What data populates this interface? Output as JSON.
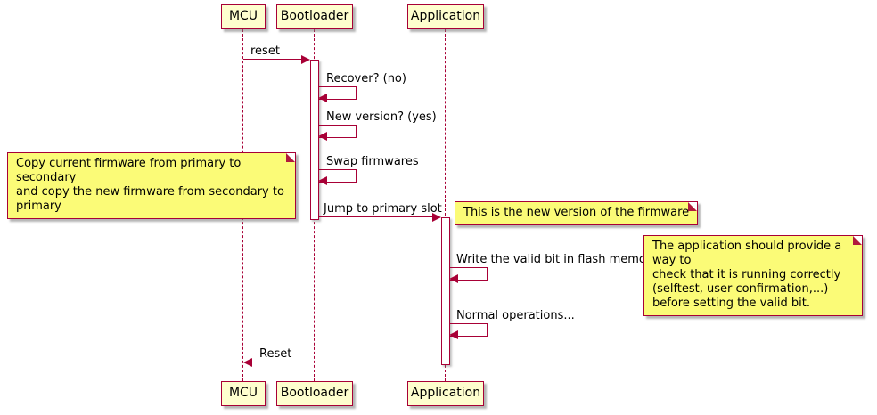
{
  "diagram": {
    "type": "uml-sequence-diagram",
    "colors": {
      "border": "#A80036",
      "participant_fill": "#FEFECE",
      "note_fill": "#FBFB77",
      "background": "#FFFFFF"
    },
    "participants": [
      {
        "name": "MCU"
      },
      {
        "name": "Bootloader"
      },
      {
        "name": "Application"
      }
    ],
    "messages": [
      {
        "from": "MCU",
        "to": "Bootloader",
        "label": "reset"
      },
      {
        "from": "Bootloader",
        "to": "Bootloader",
        "label": "Recover? (no)"
      },
      {
        "from": "Bootloader",
        "to": "Bootloader",
        "label": "New version? (yes)"
      },
      {
        "from": "Bootloader",
        "to": "Bootloader",
        "label": "Swap firmwares"
      },
      {
        "from": "Bootloader",
        "to": "Application",
        "label": "Jump to primary slot"
      },
      {
        "from": "Application",
        "to": "Application",
        "label": "Write the valid bit in flash memory"
      },
      {
        "from": "Application",
        "to": "Application",
        "label": "Normal operations..."
      },
      {
        "from": "Application",
        "to": "MCU",
        "label": "Reset"
      }
    ],
    "notes": [
      {
        "position": "left of Bootloader",
        "text": "Copy current firmware from primary to secondary\nand copy the new firmware from secondary to primary"
      },
      {
        "position": "right of Application",
        "text": "This is the new version of the firmware"
      },
      {
        "position": "right of Application",
        "text": "The application should provide a way to\ncheck that it is running correctly\n(selftest, user confirmation,...)\nbefore setting the valid bit."
      }
    ]
  }
}
